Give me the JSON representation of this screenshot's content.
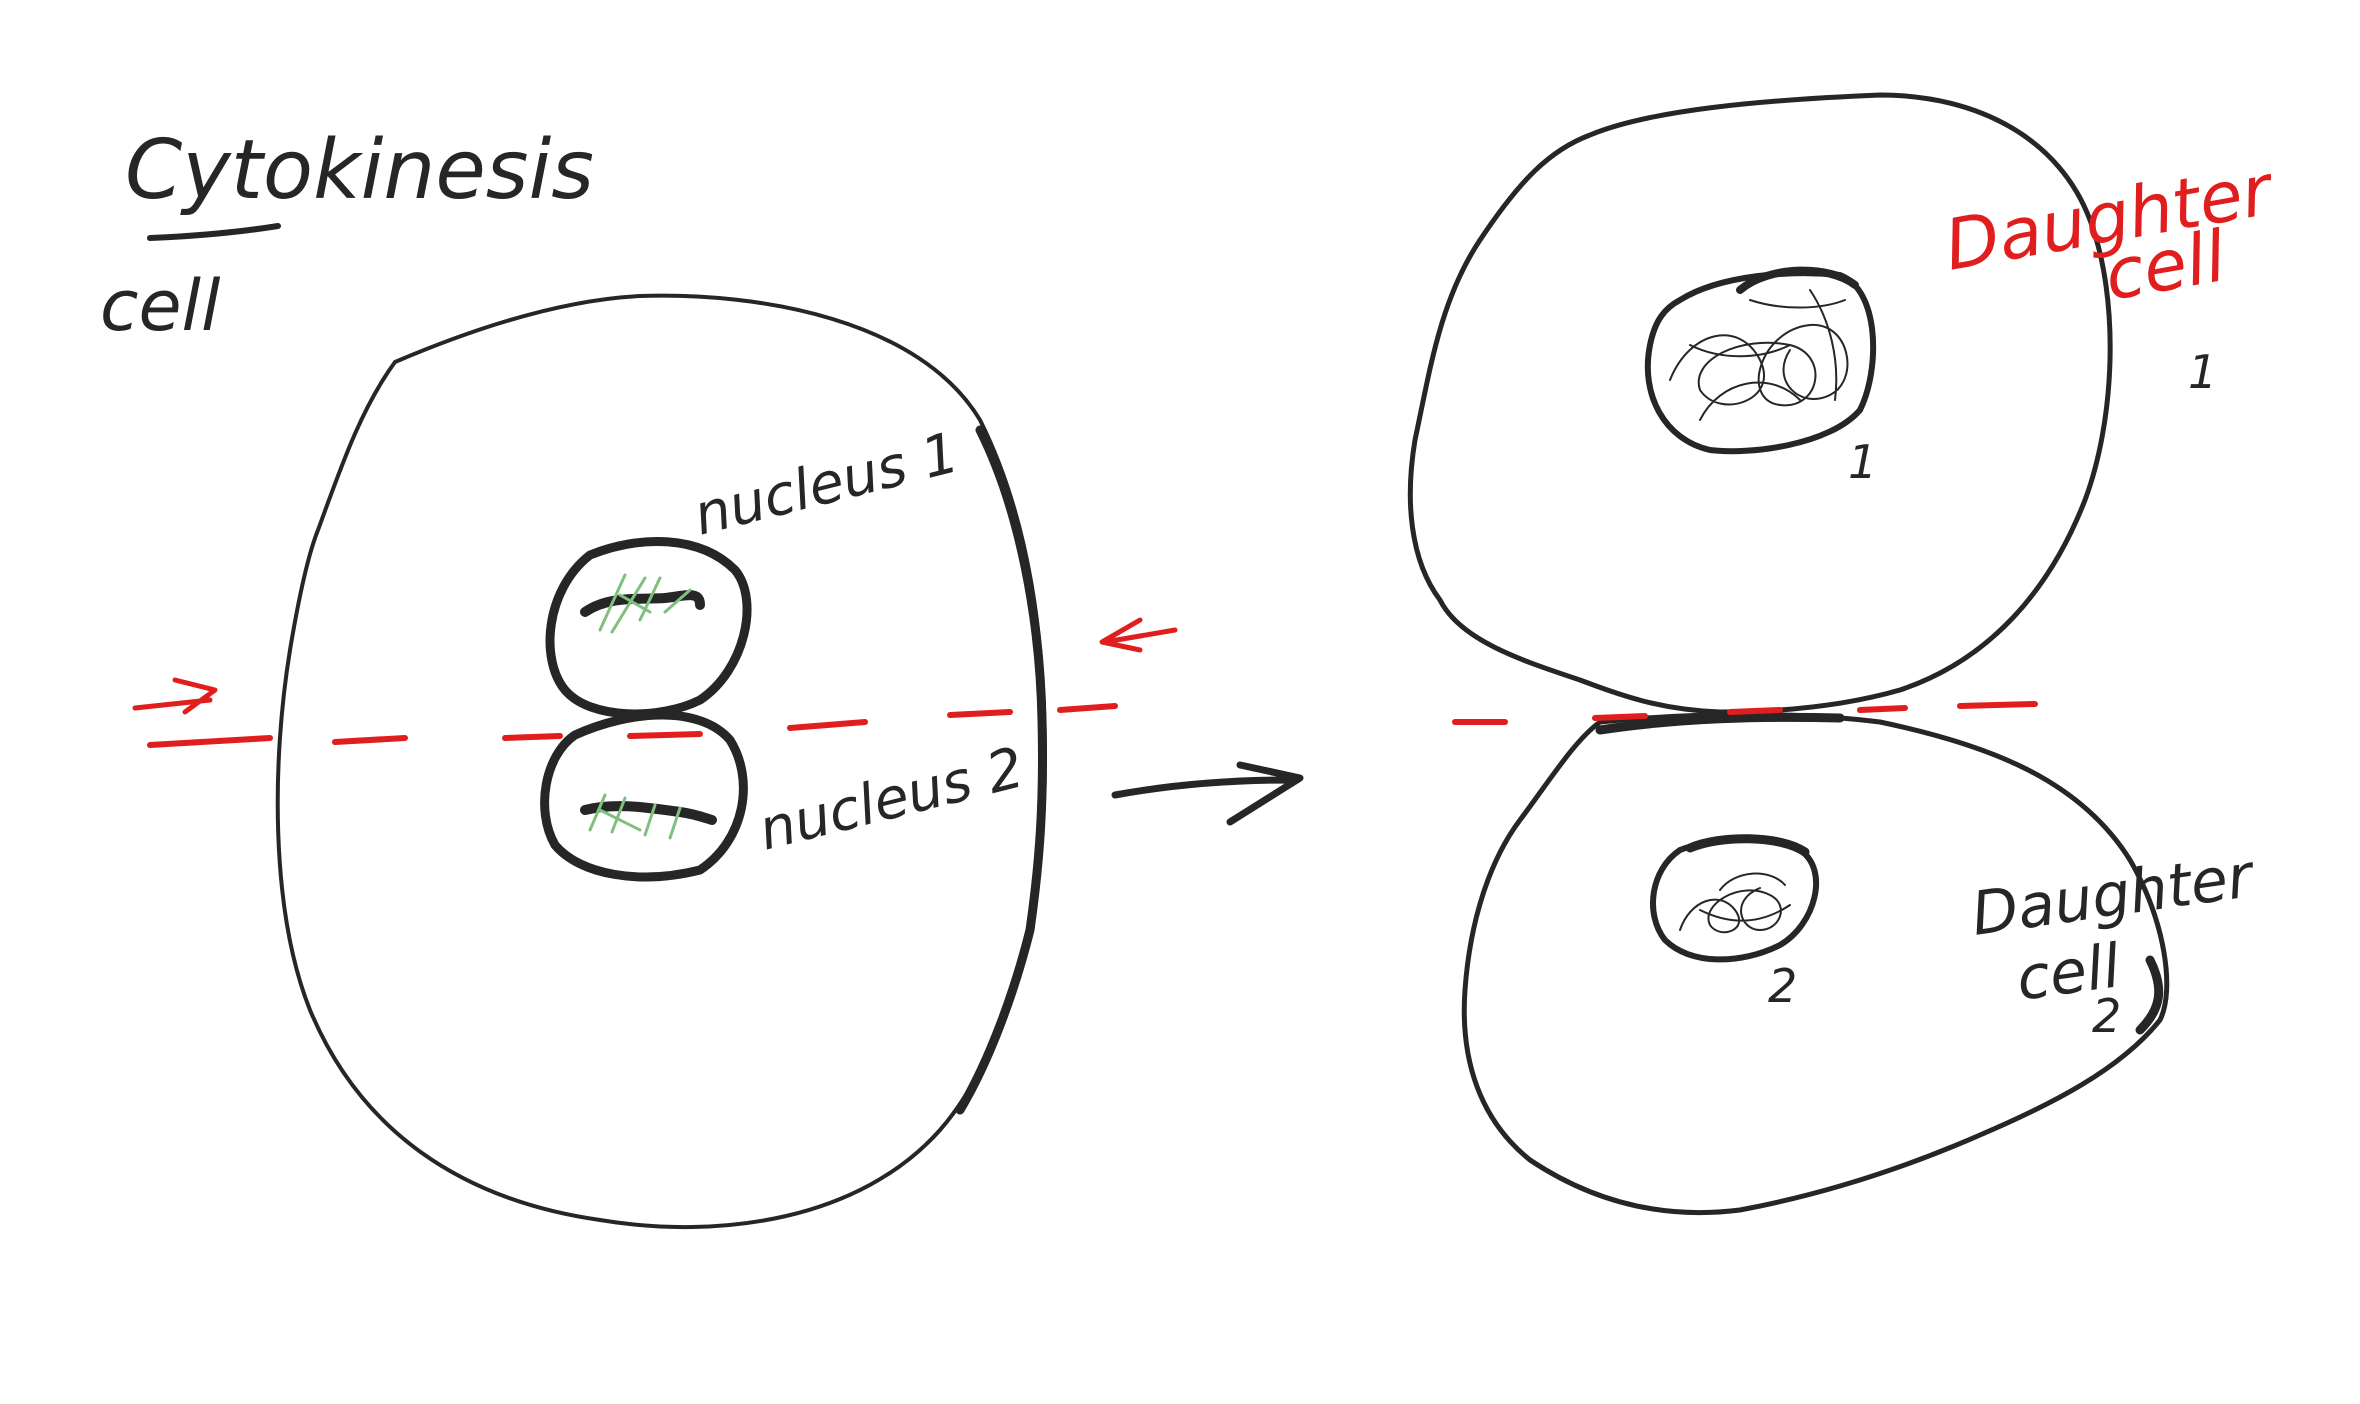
{
  "labels": {
    "title": "Cytokinesis",
    "cell": "cell",
    "nucleus_1": "nucleus 1",
    "nucleus_2": "nucleus 2",
    "daughter_cell_1": "Daughter cell",
    "daughter_cell_1_number": "1",
    "nucleus_1_number": "1",
    "daughter_cell_2": "Daughter cell",
    "daughter_cell_2_number": "2",
    "nucleus_2_number": "2"
  },
  "colors": {
    "ink": "#262626",
    "annotation_red": "#e01e1e",
    "spindle_green": "#7fc07f",
    "background": "#ffffff"
  }
}
